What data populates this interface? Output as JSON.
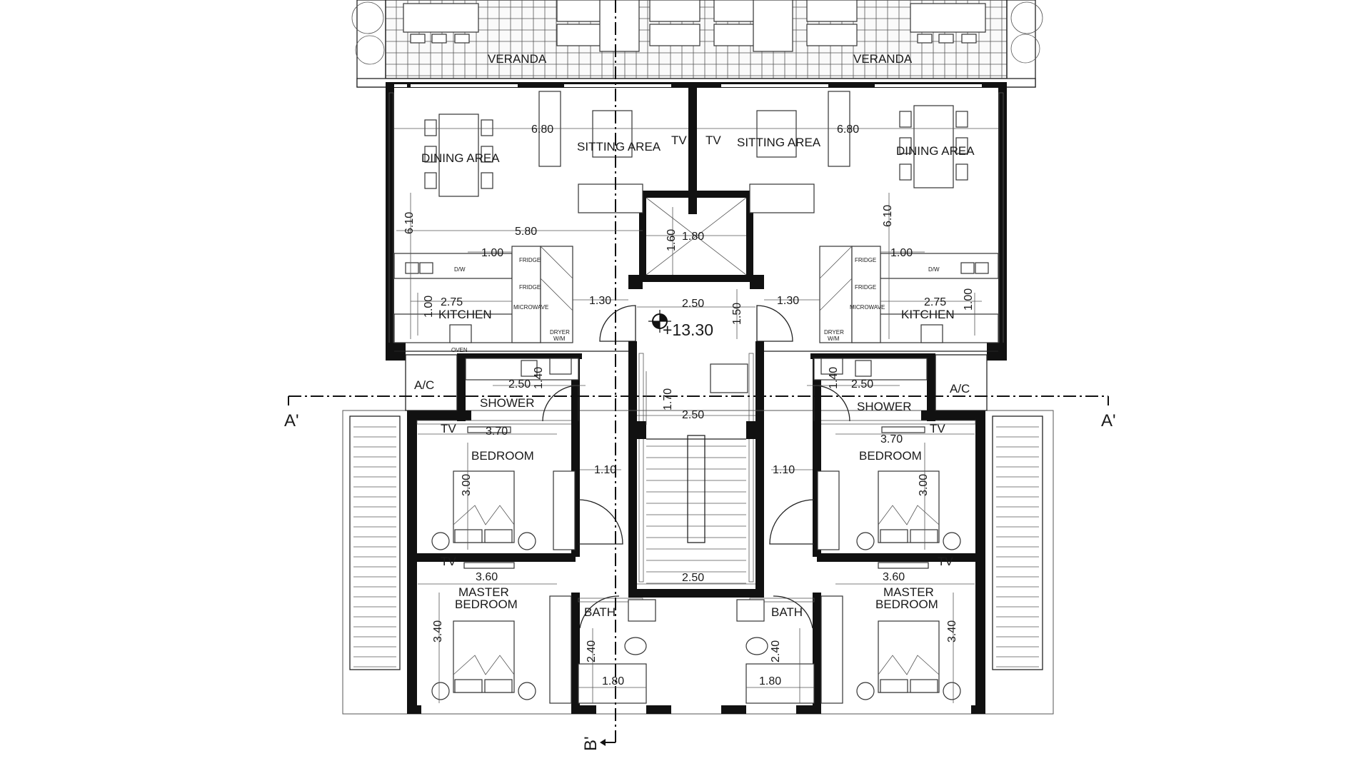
{
  "rooms": {
    "veranda_left": "VERANDA",
    "veranda_right": "VERANDA",
    "dining_left": "DINING  AREA",
    "dining_right": "DINING  AREA",
    "sitting_left": "SITTING AREA",
    "sitting_right": "SITTING AREA",
    "kitchen_left": "KITCHEN",
    "kitchen_right": "KITCHEN",
    "ac_left": "A/C",
    "ac_right": "A/C",
    "shower_left": "SHOWER",
    "shower_right": "SHOWER",
    "bedroom_left": "BEDROOM",
    "bedroom_right": "BEDROOM",
    "master_line1": "MASTER",
    "master_line2": "BEDROOM",
    "bath_left": "BATH",
    "bath_right": "BATH",
    "tv": "TV"
  },
  "appliances": {
    "fridge": "FRIDGE",
    "microwave": "MICROWAVE",
    "dryer": "DRYER",
    "wm": "W/M",
    "dw": "D/W",
    "oven": "OVEN"
  },
  "dimensions": {
    "d680": "6.80",
    "d610": "6.10",
    "d580": "5.80",
    "d100": "1.00",
    "d275": "2.75",
    "d130": "1.30",
    "d180": "1.80",
    "d160": "1.60",
    "d250": "2.50",
    "d150": "1.50",
    "d140": "1.40",
    "d170": "1.70",
    "d370": "3.70",
    "d300": "3.00",
    "d110": "1.10",
    "d360": "3.60",
    "d340": "3.40",
    "d240": "2.40"
  },
  "section_marks": {
    "a_left": "A'",
    "a_right": "A'",
    "b": "B'"
  },
  "level": "+13.30"
}
